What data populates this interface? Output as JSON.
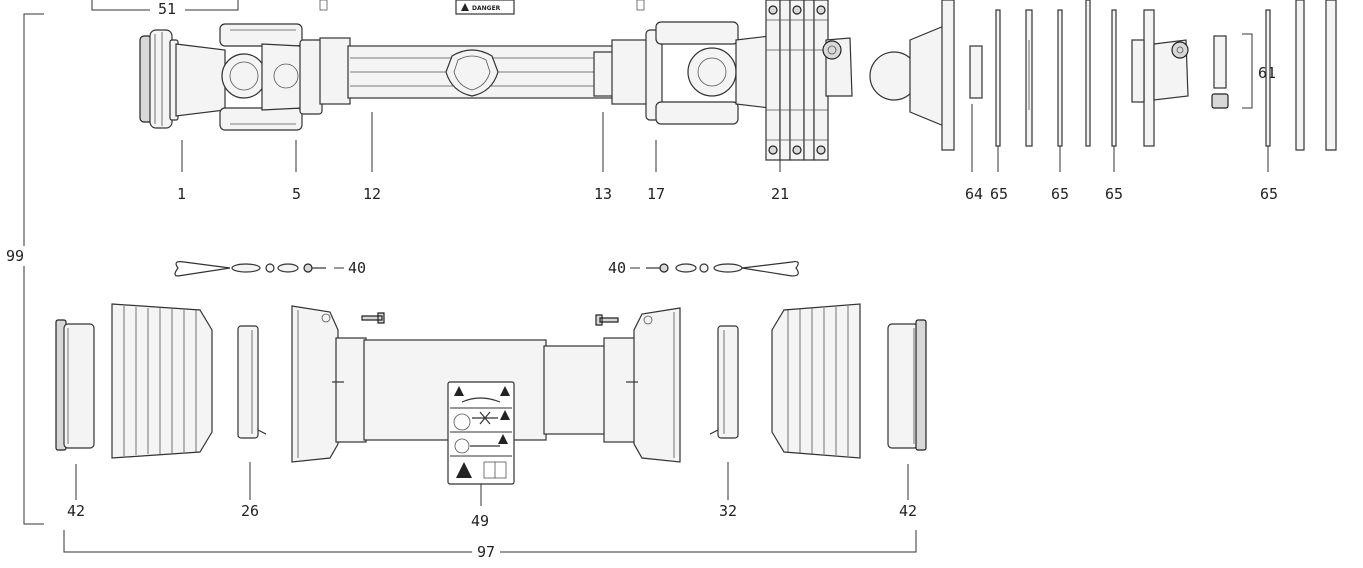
{
  "labels": {
    "p1": "1",
    "p5": "5",
    "p12": "12",
    "p13": "13",
    "p17": "17",
    "p21": "21",
    "p64": "64",
    "p65a": "65",
    "p65b": "65",
    "p65c": "65",
    "p65d": "65",
    "p61": "61",
    "p51": "51",
    "p99": "99",
    "p40a": "40",
    "p40b": "40",
    "p42a": "42",
    "p26": "26",
    "p49": "49",
    "p32": "32",
    "p42b": "42",
    "p97": "97"
  },
  "decal_text": "DANGER",
  "colors": {
    "line": "#333333",
    "fill": "#f4f4f4",
    "background": "#ffffff"
  }
}
